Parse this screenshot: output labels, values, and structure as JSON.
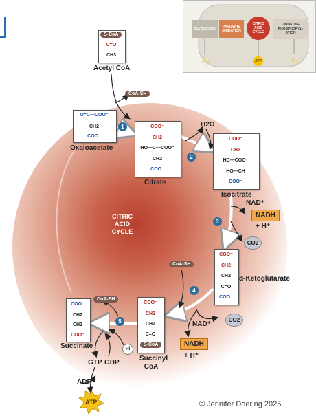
{
  "inset": {
    "stages": [
      "GLYCOLYSIS",
      "PYRUVATE\nOXIDATION",
      "CITRIC\nACID\nCYCLE",
      "OXIDATIVE\nPHOSPHORYL-\nATION"
    ],
    "atp": "ATP"
  },
  "molecules": {
    "acetyl_coa": {
      "lines": [
        "S-CoA",
        "C=O",
        "CH3"
      ],
      "name": "Acetyl CoA"
    },
    "oxaloacetate": {
      "lines": [
        "O=C—COO⁻",
        "CH2",
        "COO⁻"
      ],
      "name": "Oxaloacetate"
    },
    "citrate": {
      "lines": [
        "COO⁻",
        "CH2",
        "HO—C—COO⁻",
        "CH2",
        "COO⁻"
      ],
      "name": "Citrate"
    },
    "isocitrate": {
      "lines": [
        "COO⁻",
        "CH2",
        "HC—COO⁻",
        "HO—CH",
        "COO⁻"
      ],
      "name": "Isocitrate"
    },
    "ketoglutarate": {
      "lines": [
        "COO⁻",
        "CH2",
        "CH2",
        "C=O",
        "COO⁻"
      ],
      "name": "α-Ketoglutarate"
    },
    "succinyl_coa": {
      "lines": [
        "COO⁻",
        "CH2",
        "CH2",
        "C=O",
        "S-CoA"
      ],
      "name": "Succinyl CoA"
    },
    "succinate": {
      "lines": [
        "COO⁻",
        "CH2",
        "CH2",
        "COO⁻"
      ],
      "name": "Succinate"
    }
  },
  "labels": {
    "coash_1": "CoA-SH",
    "coash_2": "CoA-SH",
    "coash_3": "CoA-SH",
    "h2o": "H2O",
    "nad_1": "NAD⁺",
    "nadh_1": "NADH",
    "hplus_1": "+ H⁺",
    "co2_1": "CO2",
    "nad_2": "NAD⁺",
    "nadh_2": "NADH",
    "hplus_2": "+ H⁺",
    "co2_2": "CO2",
    "pi": "Pi",
    "gtp": "GTP",
    "gdp": "GDP",
    "adp": "ADP",
    "atp": "ATP"
  },
  "steps": [
    "1",
    "2",
    "3",
    "4",
    "5"
  ],
  "center": "CITRIC\nACID\nCYCLE",
  "copyright": "© Jennifer Doering 2025"
}
